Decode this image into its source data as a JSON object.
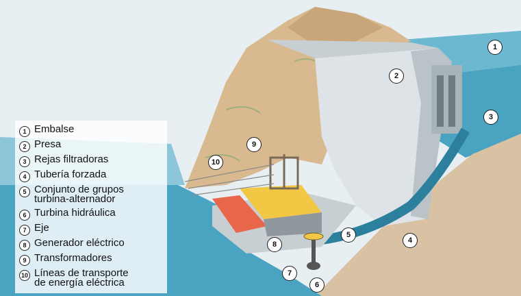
{
  "legend": {
    "items": [
      {
        "num": "1",
        "label": "Embalse"
      },
      {
        "num": "2",
        "label": "Presa"
      },
      {
        "num": "3",
        "label": "Rejas filtradoras"
      },
      {
        "num": "4",
        "label": "Tubería forzada"
      },
      {
        "num": "5",
        "label": "Conjunto de grupos\nturbina-alternador"
      },
      {
        "num": "6",
        "label": "Turbina hidráulica"
      },
      {
        "num": "7",
        "label": "Eje"
      },
      {
        "num": "8",
        "label": "Generador eléctrico"
      },
      {
        "num": "9",
        "label": "Transformadores"
      },
      {
        "num": "10",
        "label": "Líneas de transporte\nde energía eléctrica"
      }
    ]
  },
  "callouts": {
    "c1": "1",
    "c2": "2",
    "c3": "3",
    "c4": "4",
    "c5": "5",
    "c6": "6",
    "c7": "7",
    "c8": "8",
    "c9": "9",
    "c10": "10"
  },
  "colors": {
    "water": "#4aa3c0",
    "water_dark": "#2d7f9e",
    "water_light": "#bfe0ea",
    "rock": "#d9b98f",
    "rock_shadow": "#b8936a",
    "concrete": "#dde3e6",
    "concrete_shadow": "#b9c3c8",
    "ground": "#d9c2a3",
    "transformer_roof": "#f2c744",
    "roof_red": "#e8674a"
  }
}
